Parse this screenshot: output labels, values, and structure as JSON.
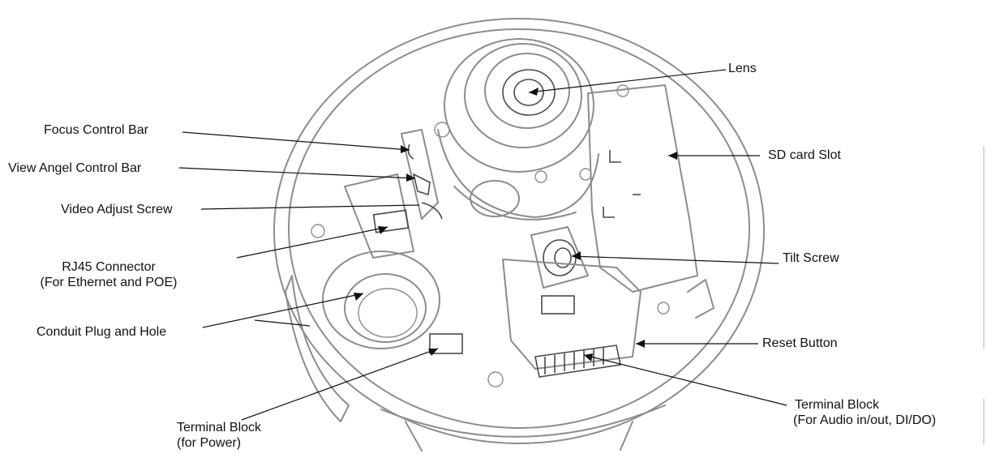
{
  "labels": {
    "lens": "Lens",
    "focus_control_bar": "Focus Control Bar",
    "view_angel_control_bar": "View Angel Control Bar",
    "sd_card_slot": "SD card Slot",
    "video_adjust_screw": "Video Adjust Screw",
    "rj45_line1": "RJ45 Connector",
    "rj45_line2": "(For Ethernet and POE)",
    "tilt_screw": "Tilt Screw",
    "conduit_plug_and_hole": "Conduit Plug and Hole",
    "reset_button": "Reset Button",
    "terminal_power_line1": "Terminal Block",
    "terminal_power_line2": "(for Power)",
    "terminal_audio_line1": "Terminal Block",
    "terminal_audio_line2": "(For Audio in/out,  DI/DO)"
  },
  "colors": {
    "sketch_stroke": "#8c8c8c",
    "leader_line": "#111111",
    "background": "#ffffff"
  }
}
